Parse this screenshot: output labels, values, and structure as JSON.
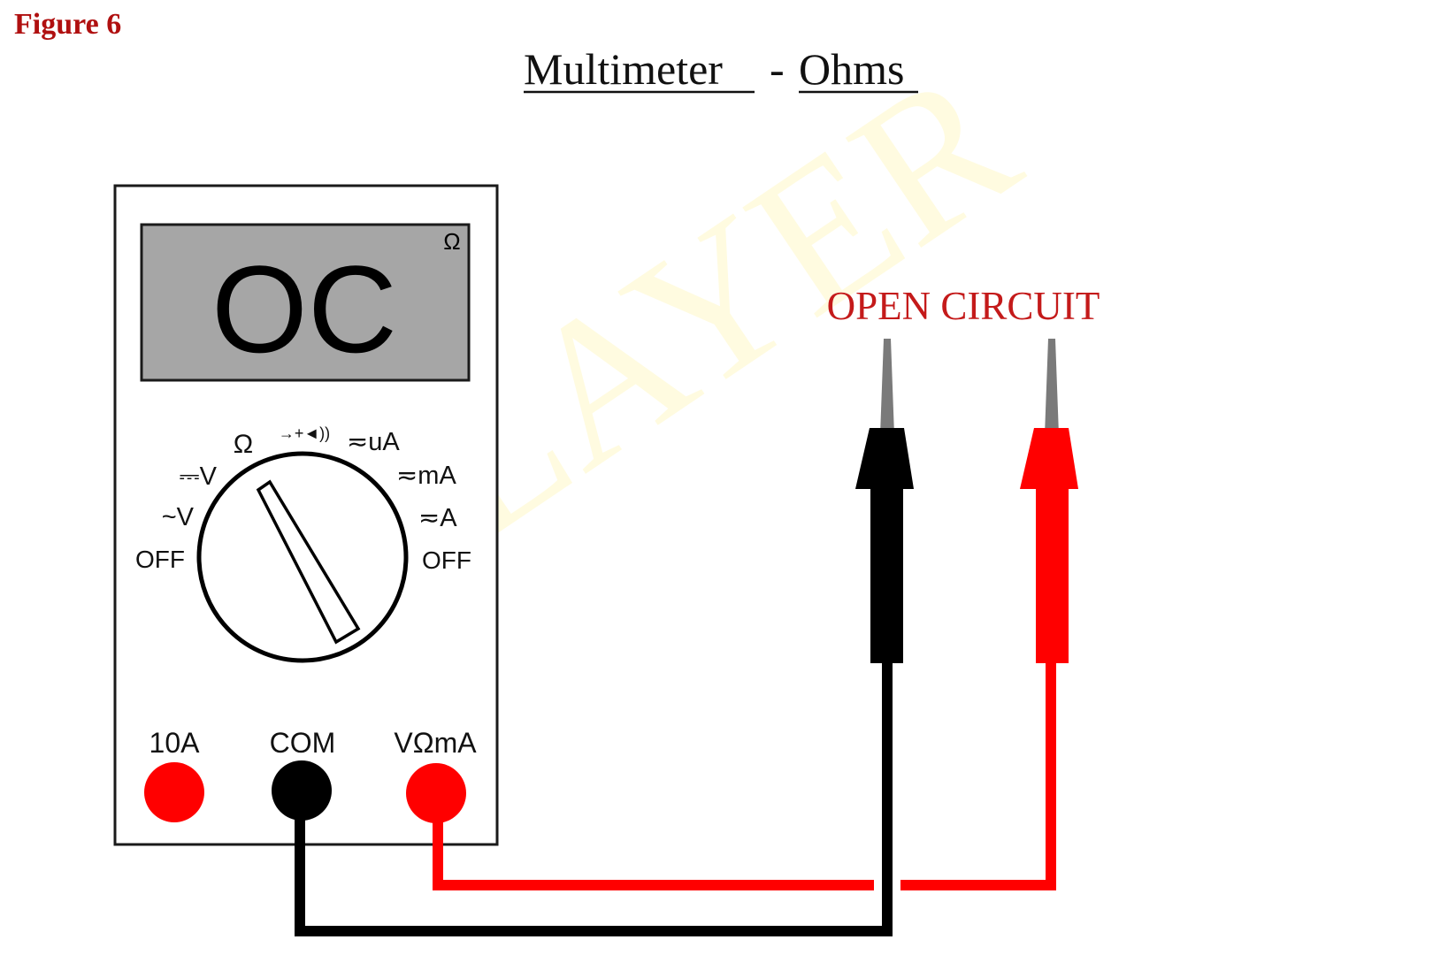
{
  "figure_label": "Figure 6",
  "title": {
    "left": "Multimeter",
    "separator": "-",
    "right": "Ohms"
  },
  "watermark": "RELAYER",
  "meter": {
    "display_value": "OC",
    "display_unit": "Ω",
    "dial_labels": {
      "ohm": "Ω",
      "diode_continuity": "→+◄))",
      "ua": "≂uA",
      "dcv": "⎓V",
      "ma": "≂mA",
      "acv": "~V",
      "a": "≂A",
      "off_left": "OFF",
      "off_right": "OFF"
    },
    "jacks": [
      {
        "label": "10A",
        "color": "#ff0000"
      },
      {
        "label": "COM",
        "color": "#000000"
      },
      {
        "label": "VΩmA",
        "color": "#ff0000"
      }
    ]
  },
  "probe_label": "OPEN CIRCUIT",
  "colors": {
    "red": "#ff0000",
    "black": "#000000",
    "dark_red": "#c41a1a",
    "figure_label": "#b01010",
    "display_bg": "#a6a6a6",
    "probe_tip": "#7a7a7a",
    "watermark": "#fffbe0"
  }
}
